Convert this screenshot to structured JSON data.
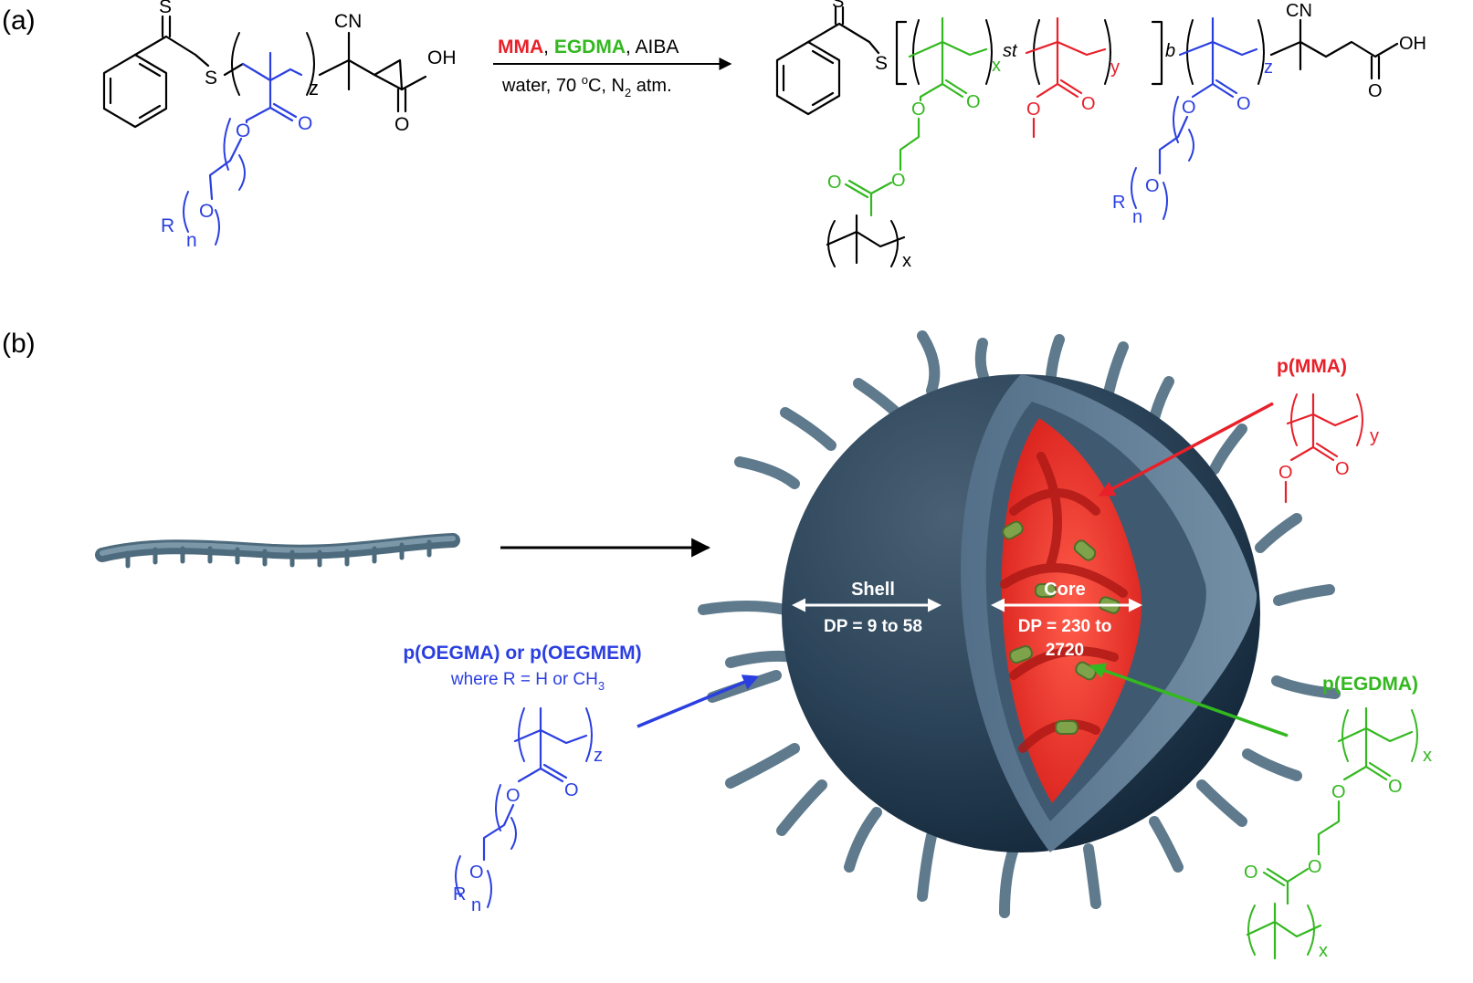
{
  "panels": {
    "a": {
      "label": "(a)"
    },
    "b": {
      "label": "(b)"
    }
  },
  "atoms": {
    "S": "S",
    "O": "O",
    "OH": "OH",
    "CN": "CN",
    "R": "R",
    "n": "n",
    "x": "x",
    "y": "y",
    "z": "z"
  },
  "reaction": {
    "reagent_mma": "MMA",
    "sep1": ", ",
    "reagent_egdma": "EGDMA",
    "sep2": ", ",
    "reagent_aiba": "AIBA",
    "cond_prefix": "water, 70 ",
    "cond_deg": "o",
    "cond_mid": "C, N",
    "cond_sub": "2",
    "cond_suffix": " atm."
  },
  "product": {
    "st": "st",
    "b": "b"
  },
  "nanoparticle": {
    "shell_label": "Shell",
    "shell_dp": "DP = 9 to 58",
    "core_label": "Core",
    "core_dp_line1": "DP = 230 to",
    "core_dp_line2": "2720"
  },
  "callouts": {
    "pmma": "p(MMA)",
    "pegdma": "p(EGDMA)",
    "poegma": "p(OEGMA) or p(OEGMEM)",
    "where_prefix": "where R = H or CH",
    "where_sub": "3"
  },
  "colors": {
    "black": "#000000",
    "blue": "#2b3fe0",
    "red": "#e8202a",
    "green": "#33b820",
    "particle_dark": "#1f3447",
    "particle_mid": "#47637a",
    "chain": "#5e7a8c",
    "core": "#e8302c"
  }
}
